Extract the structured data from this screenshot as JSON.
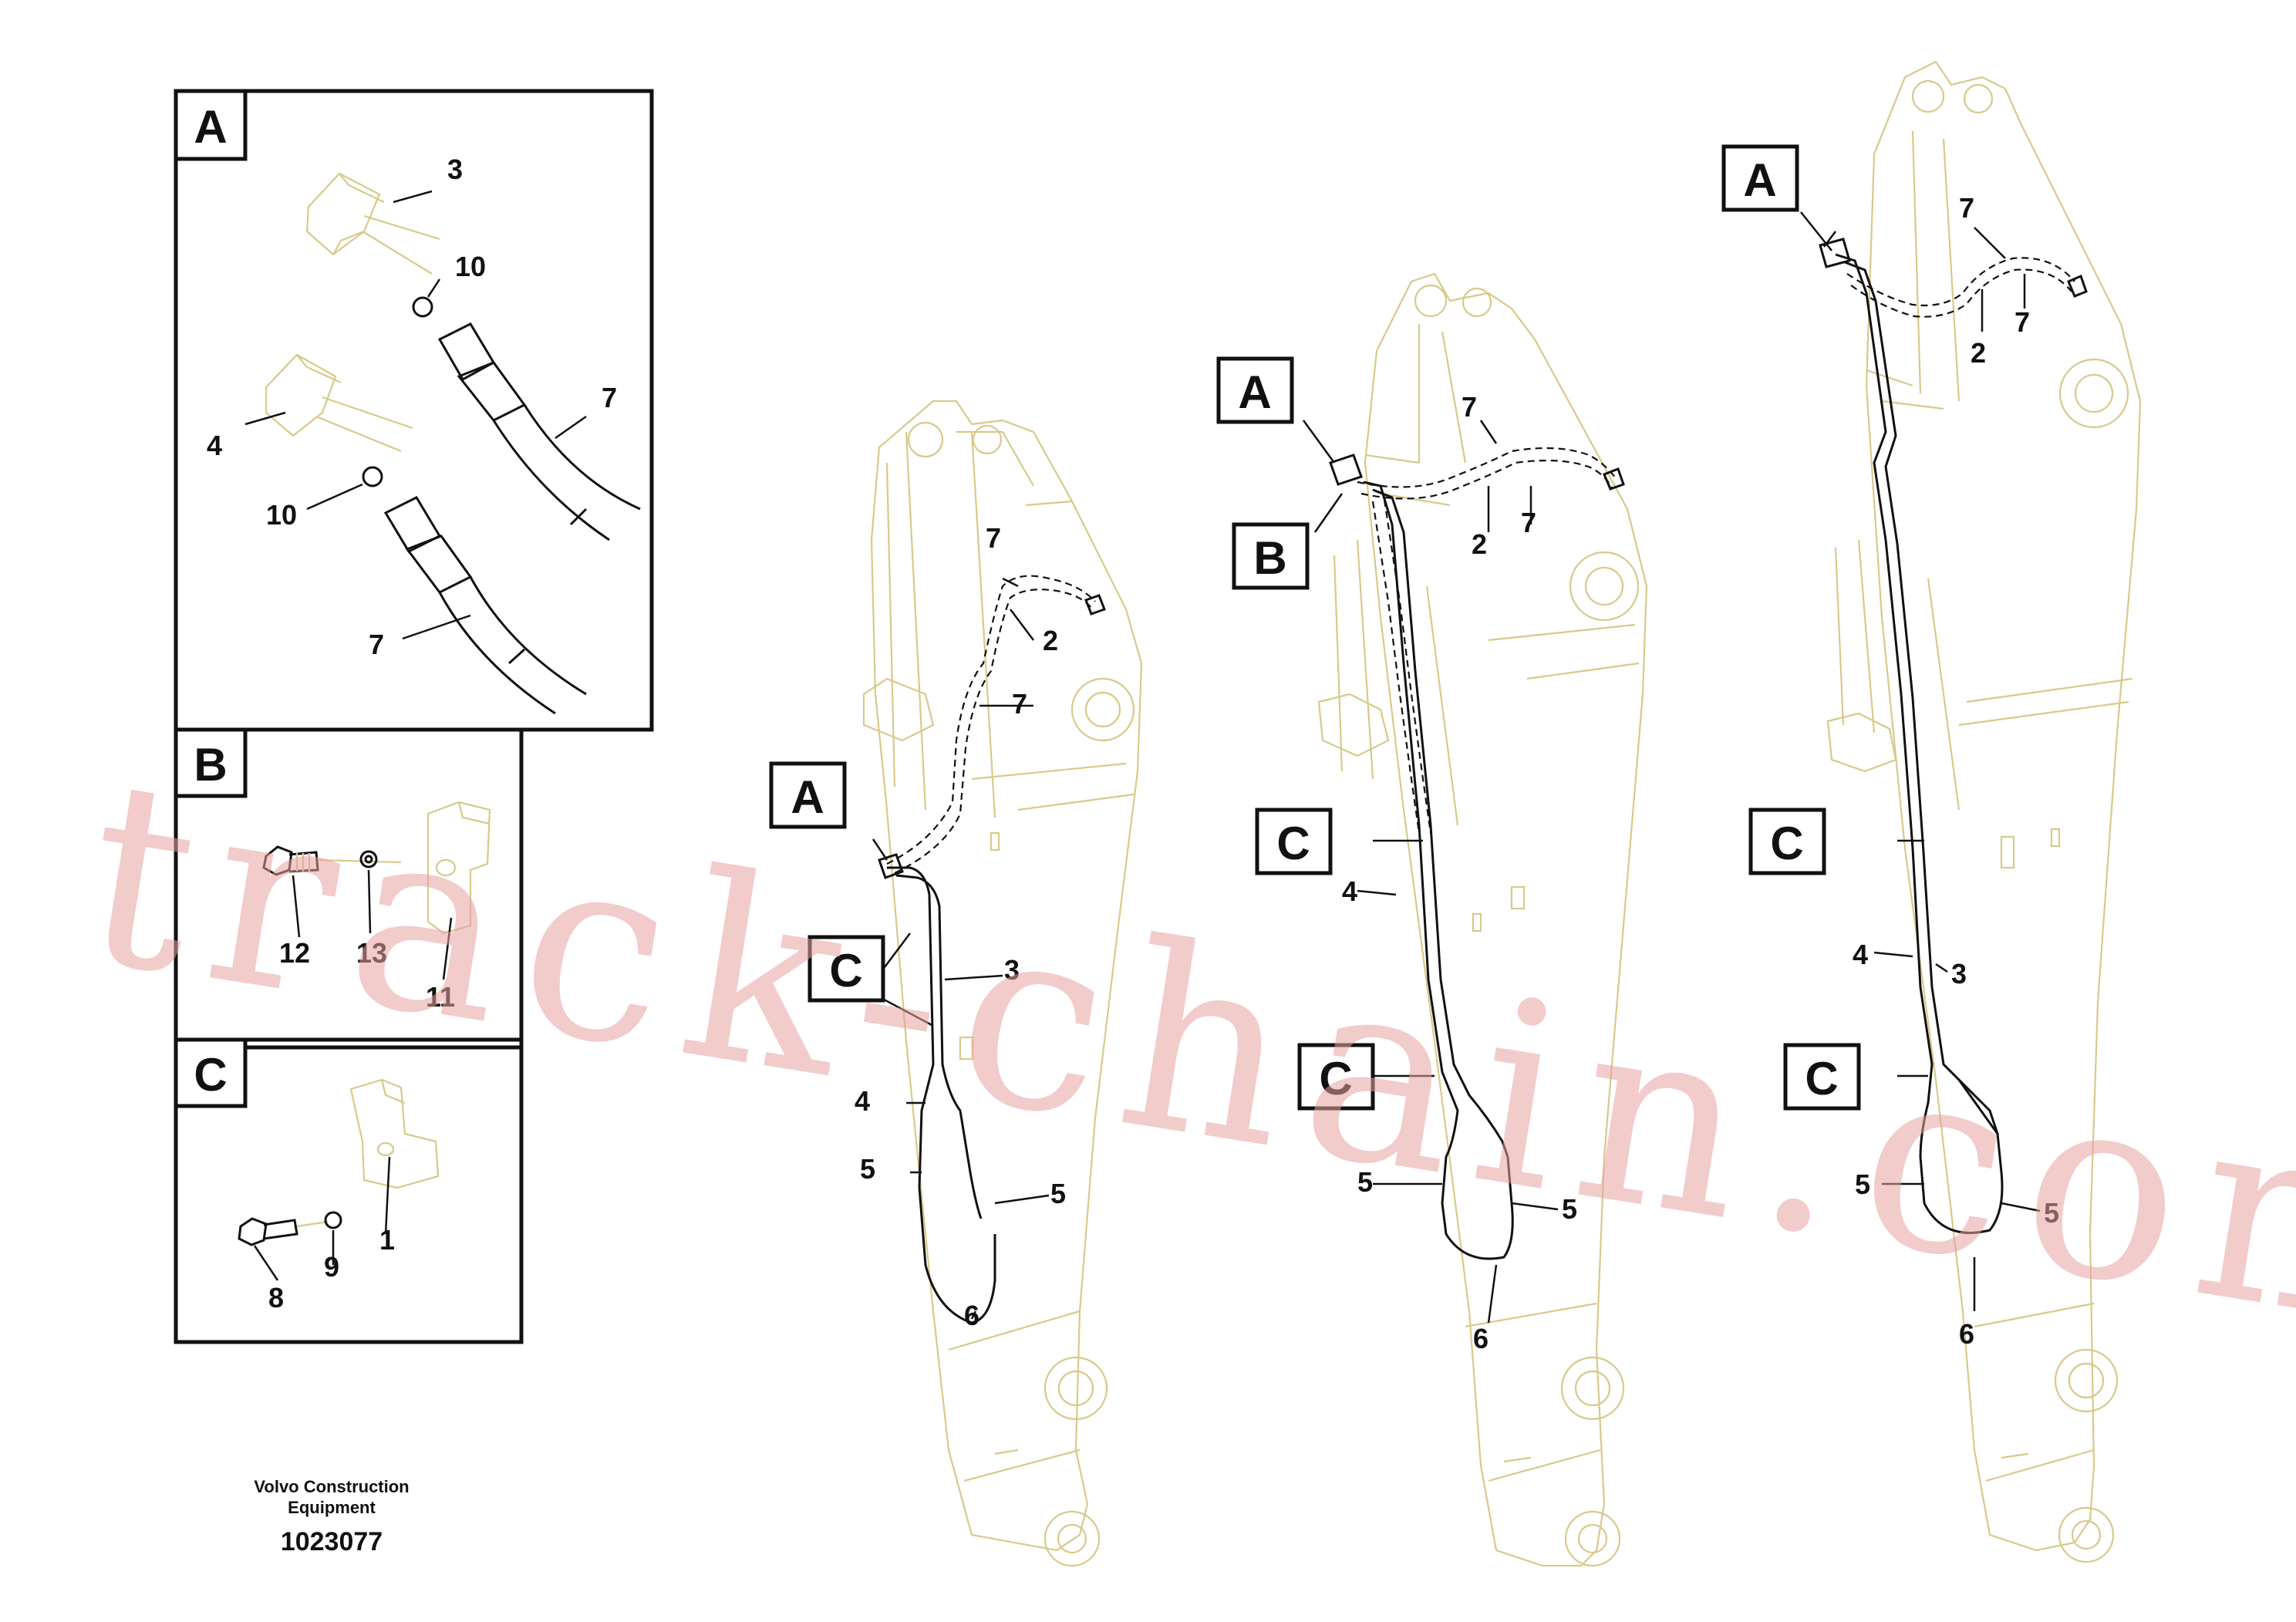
{
  "detail_boxes": [
    {
      "id": "A",
      "label": "A"
    },
    {
      "id": "B",
      "label": "B"
    },
    {
      "id": "C",
      "label": "C"
    }
  ],
  "detail_callouts": {
    "A": [
      "3",
      "10",
      "7",
      "4",
      "10",
      "7"
    ],
    "B": [
      "12",
      "13",
      "11"
    ],
    "C": [
      "1",
      "9",
      "8"
    ]
  },
  "boom1": {
    "labels": [
      "A",
      "C"
    ],
    "callouts": [
      "7",
      "2",
      "7",
      "3",
      "4",
      "5",
      "5",
      "6"
    ]
  },
  "boom2": {
    "labels": [
      "A",
      "B",
      "C",
      "C"
    ],
    "callouts": [
      "7",
      "2",
      "7",
      "4",
      "5",
      "5",
      "6"
    ]
  },
  "boom3": {
    "labels": [
      "A",
      "C",
      "C"
    ],
    "callouts": [
      "7",
      "2",
      "7",
      "4",
      "3",
      "5",
      "5",
      "6"
    ]
  },
  "footer": {
    "company_line1": "Volvo Construction",
    "company_line2": "Equipment",
    "drawing_number": "1023077"
  },
  "watermark": "track-chain.com",
  "colors": {
    "line_art": "#d8c98a",
    "ink": "#111111",
    "watermark": "#e8a0a0"
  }
}
